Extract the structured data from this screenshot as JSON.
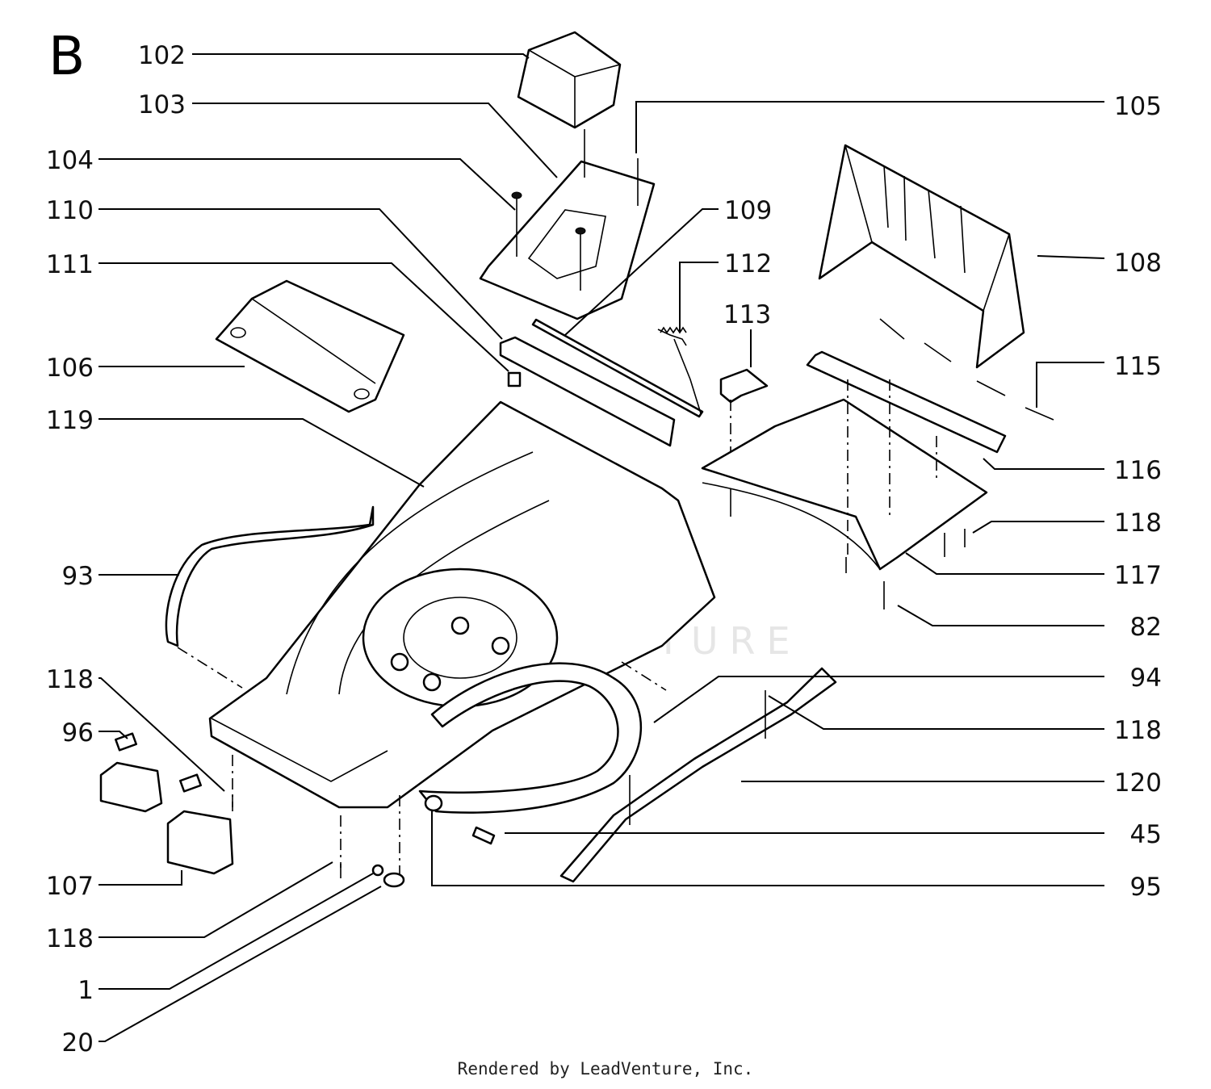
{
  "section_letter": "B",
  "watermark": "LEADVENTURE",
  "footer": "Rendered by LeadVenture, Inc.",
  "callouts_left": [
    {
      "id": "102",
      "label": "102"
    },
    {
      "id": "103",
      "label": "103"
    },
    {
      "id": "104",
      "label": "104"
    },
    {
      "id": "110",
      "label": "110"
    },
    {
      "id": "111",
      "label": "111"
    },
    {
      "id": "106",
      "label": "106"
    },
    {
      "id": "119",
      "label": "119"
    },
    {
      "id": "93",
      "label": "93"
    },
    {
      "id": "118a",
      "label": "118"
    },
    {
      "id": "96",
      "label": "96"
    },
    {
      "id": "107",
      "label": "107"
    },
    {
      "id": "118b",
      "label": "118"
    },
    {
      "id": "1",
      "label": "1"
    },
    {
      "id": "20",
      "label": "20"
    }
  ],
  "callouts_mid": [
    {
      "id": "109",
      "label": "109"
    },
    {
      "id": "112",
      "label": "112"
    },
    {
      "id": "113",
      "label": "113"
    }
  ],
  "callouts_right": [
    {
      "id": "105",
      "label": "105"
    },
    {
      "id": "108",
      "label": "108"
    },
    {
      "id": "115",
      "label": "115"
    },
    {
      "id": "116",
      "label": "116"
    },
    {
      "id": "118c",
      "label": "118"
    },
    {
      "id": "117",
      "label": "117"
    },
    {
      "id": "82",
      "label": "82"
    },
    {
      "id": "94",
      "label": "94"
    },
    {
      "id": "118d",
      "label": "118"
    },
    {
      "id": "120",
      "label": "120"
    },
    {
      "id": "45",
      "label": "45"
    },
    {
      "id": "95",
      "label": "95"
    }
  ]
}
